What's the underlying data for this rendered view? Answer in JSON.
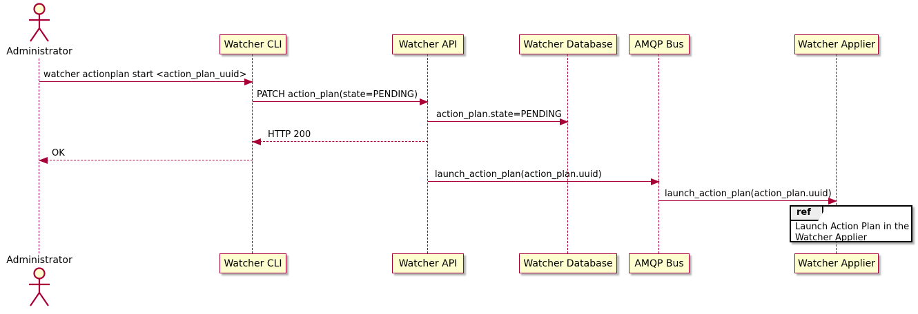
{
  "diagram_type": "sequence-diagram",
  "colors": {
    "accent": "#A80036",
    "participant_fill": "#FEFECE",
    "actor_head_fill": "#FEFECE",
    "ref_tab_fill": "#EEEEEE",
    "ref_border": "#000000",
    "background": "#FFFFFF"
  },
  "actor": {
    "label": "Administrator"
  },
  "participants": [
    {
      "label": "Watcher CLI"
    },
    {
      "label": "Watcher API"
    },
    {
      "label": "Watcher Database"
    },
    {
      "label": "AMQP Bus"
    },
    {
      "label": "Watcher Applier"
    }
  ],
  "messages": [
    {
      "from": "Administrator",
      "to": "Watcher CLI",
      "style": "solid",
      "label": "watcher actionplan start <action_plan_uuid>"
    },
    {
      "from": "Watcher CLI",
      "to": "Watcher API",
      "style": "solid",
      "label": "PATCH action_plan(state=PENDING)"
    },
    {
      "from": "Watcher API",
      "to": "Watcher Database",
      "style": "solid",
      "label": "action_plan.state=PENDING"
    },
    {
      "from": "Watcher API",
      "to": "Watcher CLI",
      "style": "dashed",
      "label": "HTTP 200"
    },
    {
      "from": "Watcher CLI",
      "to": "Administrator",
      "style": "dashed",
      "label": "OK"
    },
    {
      "from": "Watcher API",
      "to": "AMQP Bus",
      "style": "solid",
      "label": "launch_action_plan(action_plan.uuid)"
    },
    {
      "from": "AMQP Bus",
      "to": "Watcher Applier",
      "style": "solid",
      "label": "launch_action_plan(action_plan.uuid)"
    }
  ],
  "ref": {
    "keyword": "ref",
    "line1": "Launch Action Plan in the",
    "line2": "Watcher Applier"
  }
}
